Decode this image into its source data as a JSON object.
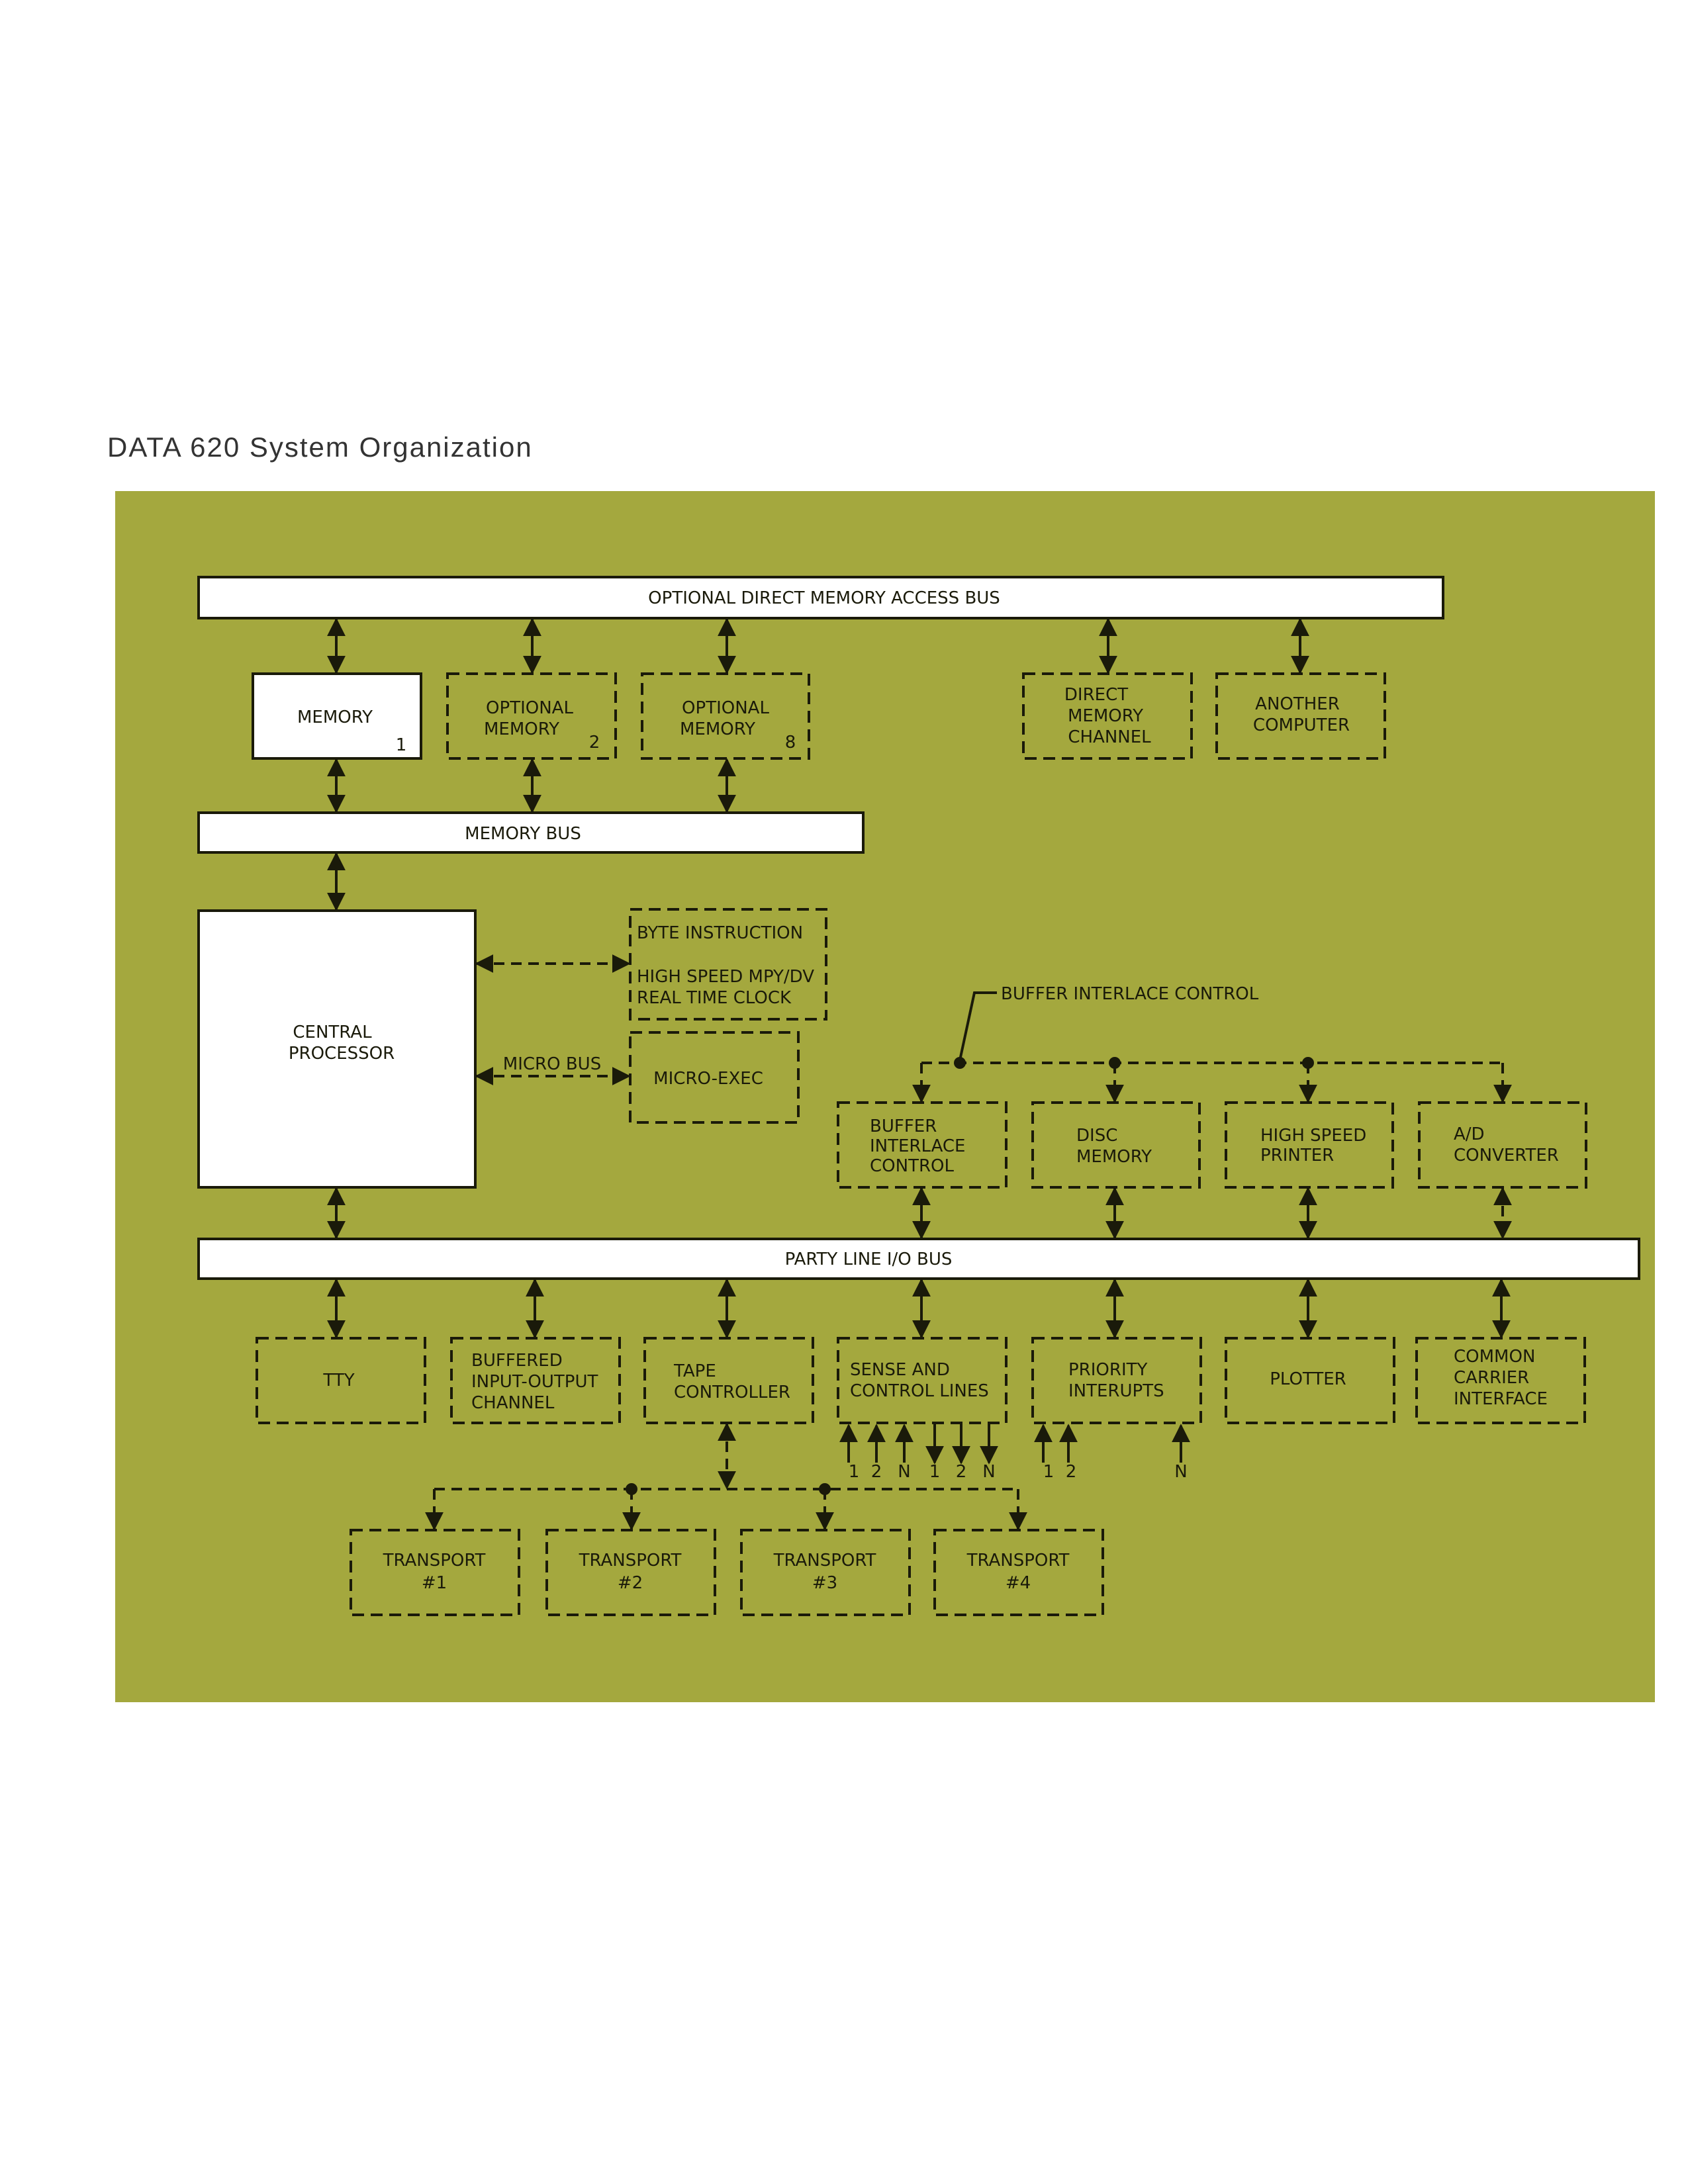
{
  "title": "DATA 620 System Organization",
  "colors": {
    "panel": "#a4a83e",
    "ink": "#1a1a0a",
    "box_fill": "#ffffff"
  },
  "buses": {
    "dma": "OPTIONAL DIRECT MEMORY ACCESS BUS",
    "memory": "MEMORY BUS",
    "party_line": "PARTY LINE I/O BUS",
    "micro": "MICRO BUS"
  },
  "memory_row": {
    "memory": {
      "label": "MEMORY",
      "num": "1"
    },
    "optional_2": {
      "line1": "OPTIONAL",
      "line2": "MEMORY",
      "num": "2"
    },
    "optional_8": {
      "line1": "OPTIONAL",
      "line2": "MEMORY",
      "num": "8"
    },
    "dmc": {
      "line1": "DIRECT",
      "line2": "MEMORY",
      "line3": "CHANNEL"
    },
    "another": {
      "line1": "ANOTHER",
      "line2": "COMPUTER"
    }
  },
  "cpu": {
    "line1": "CENTRAL",
    "line2": "PROCESSOR"
  },
  "options": {
    "byte": "BYTE INSTRUCTION",
    "mpy": "HIGH SPEED MPY/DV",
    "clock": "REAL TIME CLOCK",
    "micro_exec": "MICRO-EXEC"
  },
  "bic_callout": "BUFFER INTERLACE CONTROL",
  "upper_io": {
    "bic": {
      "line1": "BUFFER",
      "line2": "INTERLACE",
      "line3": "CONTROL"
    },
    "disc": {
      "line1": "DISC",
      "line2": "MEMORY"
    },
    "printer": {
      "line1": "HIGH SPEED",
      "line2": "PRINTER"
    },
    "ad": {
      "line1": "A/D",
      "line2": "CONVERTER"
    }
  },
  "lower_io": {
    "tty": "TTY",
    "buffered": {
      "line1": "BUFFERED",
      "line2": "INPUT-OUTPUT",
      "line3": "CHANNEL"
    },
    "tape": {
      "line1": "TAPE",
      "line2": "CONTROLLER"
    },
    "sense": {
      "line1": "SENSE AND",
      "line2": "CONTROL LINES"
    },
    "priority": {
      "line1": "PRIORITY",
      "line2": "INTERUPTS"
    },
    "plotter": "PLOTTER",
    "common": {
      "line1": "COMMON",
      "line2": "CARRIER",
      "line3": "INTERFACE"
    }
  },
  "line_labels": {
    "sense_in": [
      "1",
      "2",
      "N"
    ],
    "sense_out": [
      "1",
      "2",
      "N"
    ],
    "priority": [
      "1",
      "2",
      "N"
    ]
  },
  "transports": [
    {
      "label": "TRANSPORT",
      "num": "#1"
    },
    {
      "label": "TRANSPORT",
      "num": "#2"
    },
    {
      "label": "TRANSPORT",
      "num": "#3"
    },
    {
      "label": "TRANSPORT",
      "num": "#4"
    }
  ]
}
